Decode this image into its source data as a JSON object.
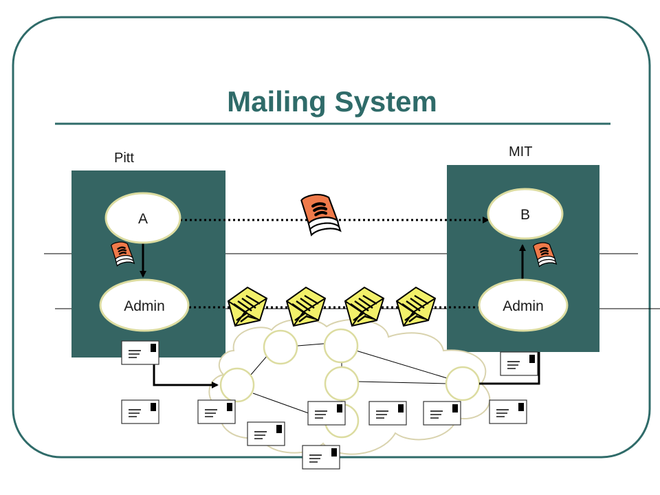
{
  "title": "Mailing System",
  "sites": {
    "left": {
      "label": "Pitt",
      "user_label": "A",
      "admin_label": "Admin"
    },
    "right": {
      "label": "MIT",
      "user_label": "B",
      "admin_label": "Admin"
    }
  },
  "colors": {
    "frame": "#2f6b69",
    "site_box": "#356563",
    "node_fill": "#ffffff",
    "node_stroke": "#dcdca0",
    "cloud_stroke": "#d9d3ae",
    "book": "#ef7a4a",
    "envelope": "#f2f06a"
  },
  "icons": {
    "book": "address-book-icon",
    "envelope": "open-envelope-icon",
    "letter": "letter-icon"
  }
}
